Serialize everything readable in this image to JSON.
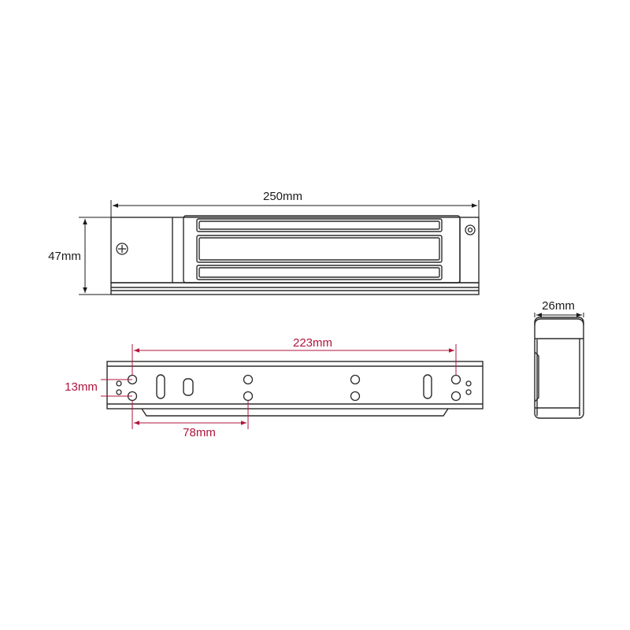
{
  "dimensions": {
    "length": "250mm",
    "height": "47mm",
    "depth": "26mm",
    "hole_span": "223mm",
    "hole_pitch": "13mm",
    "hole_offset": "78mm"
  },
  "colors": {
    "line": "#2b2b2b",
    "dimension": "#1a1a1a",
    "accent": "#b0143c",
    "background": "#ffffff"
  }
}
